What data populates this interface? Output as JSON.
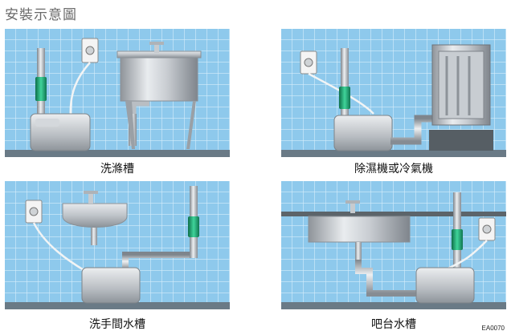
{
  "title": "安裝示意圖",
  "panels": [
    {
      "caption": "洗滌槽"
    },
    {
      "caption": "除濕機或冷氣機"
    },
    {
      "caption": "洗手間水槽"
    },
    {
      "caption": "吧台水槽"
    }
  ],
  "code": "EA0070",
  "colors": {
    "tile": "#8ec9ec",
    "grout": "#d6eefb",
    "floor": "#6a7a86",
    "valve": "#1a9a6a"
  }
}
